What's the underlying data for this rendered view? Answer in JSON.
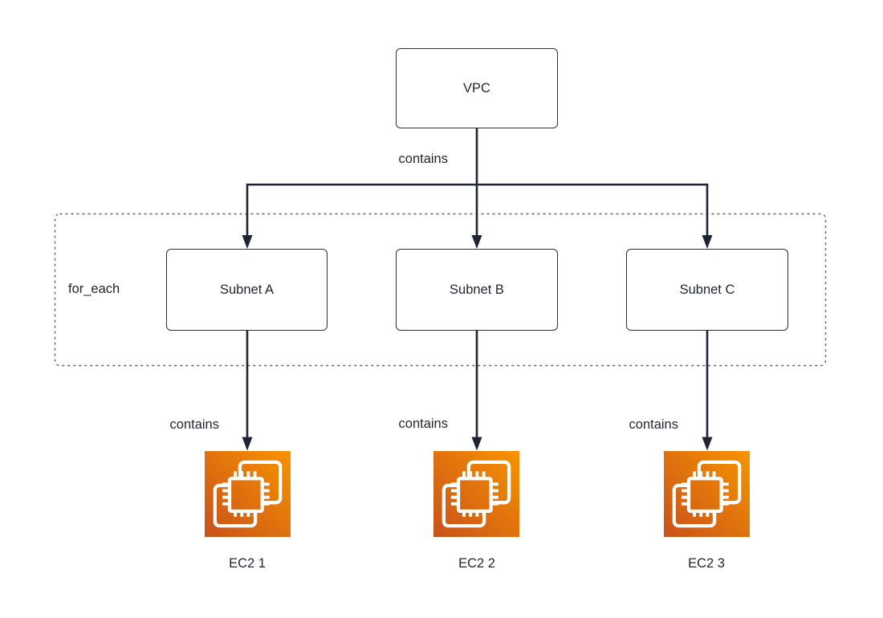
{
  "diagram": {
    "vpc": {
      "label": "VPC"
    },
    "group": {
      "label": "for_each"
    },
    "subnets": [
      {
        "label": "Subnet A"
      },
      {
        "label": "Subnet B"
      },
      {
        "label": "Subnet C"
      }
    ],
    "ec2_instances": [
      {
        "label": "EC2 1"
      },
      {
        "label": "EC2 2"
      },
      {
        "label": "EC2 3"
      }
    ],
    "edge_labels": {
      "vpc_contains": "contains",
      "subnet_a_contains": "contains",
      "subnet_b_contains": "contains",
      "subnet_c_contains": "contains"
    }
  },
  "colors": {
    "canvas_background": "#ffffff",
    "line": "#1e2433",
    "text": "#1f2430",
    "box_border": "#2b3040",
    "box_fill": "#ffffff",
    "dashed_border": "#606060",
    "ec2_gradient_start": "#C8511B",
    "ec2_gradient_end": "#F79400"
  }
}
